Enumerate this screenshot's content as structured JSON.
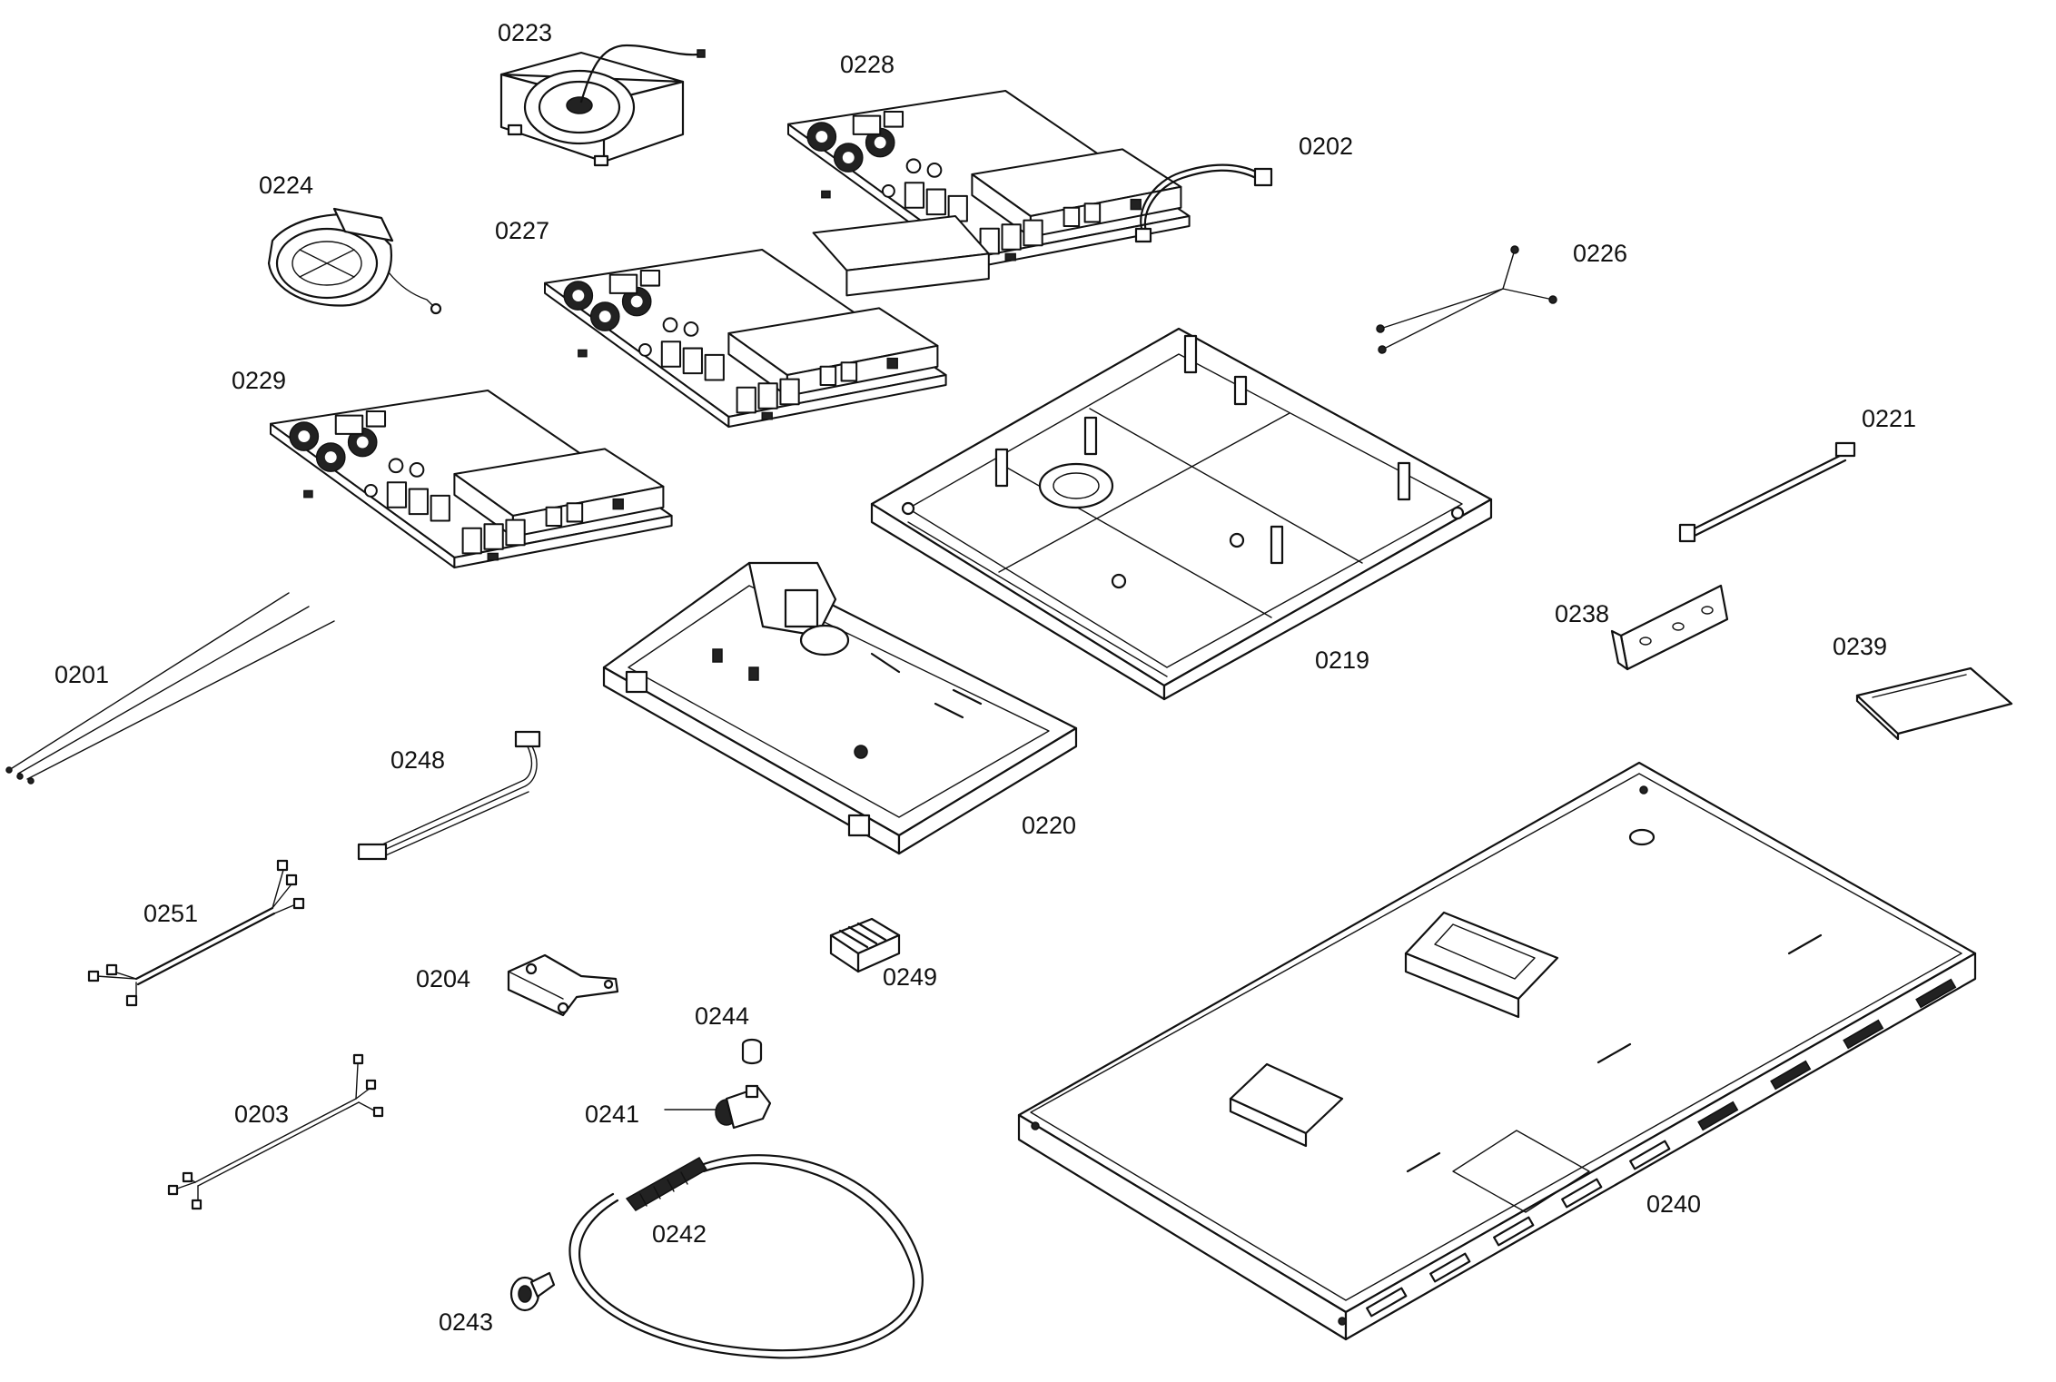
{
  "parts": [
    {
      "id": "p0223",
      "label": "0223"
    },
    {
      "id": "p0228",
      "label": "0228"
    },
    {
      "id": "p0202",
      "label": "0202"
    },
    {
      "id": "p0224",
      "label": "0224"
    },
    {
      "id": "p0227",
      "label": "0227"
    },
    {
      "id": "p0226",
      "label": "0226"
    },
    {
      "id": "p0229",
      "label": "0229"
    },
    {
      "id": "p0221",
      "label": "0221"
    },
    {
      "id": "p0201",
      "label": "0201"
    },
    {
      "id": "p0238",
      "label": "0238"
    },
    {
      "id": "p0239",
      "label": "0239"
    },
    {
      "id": "p0219",
      "label": "0219"
    },
    {
      "id": "p0248",
      "label": "0248"
    },
    {
      "id": "p0220",
      "label": "0220"
    },
    {
      "id": "p0251",
      "label": "0251"
    },
    {
      "id": "p0204",
      "label": "0204"
    },
    {
      "id": "p0249",
      "label": "0249"
    },
    {
      "id": "p0244",
      "label": "0244"
    },
    {
      "id": "p0203",
      "label": "0203"
    },
    {
      "id": "p0241",
      "label": "0241"
    },
    {
      "id": "p0242",
      "label": "0242"
    },
    {
      "id": "p0240",
      "label": "0240"
    },
    {
      "id": "p0243",
      "label": "0243"
    }
  ]
}
